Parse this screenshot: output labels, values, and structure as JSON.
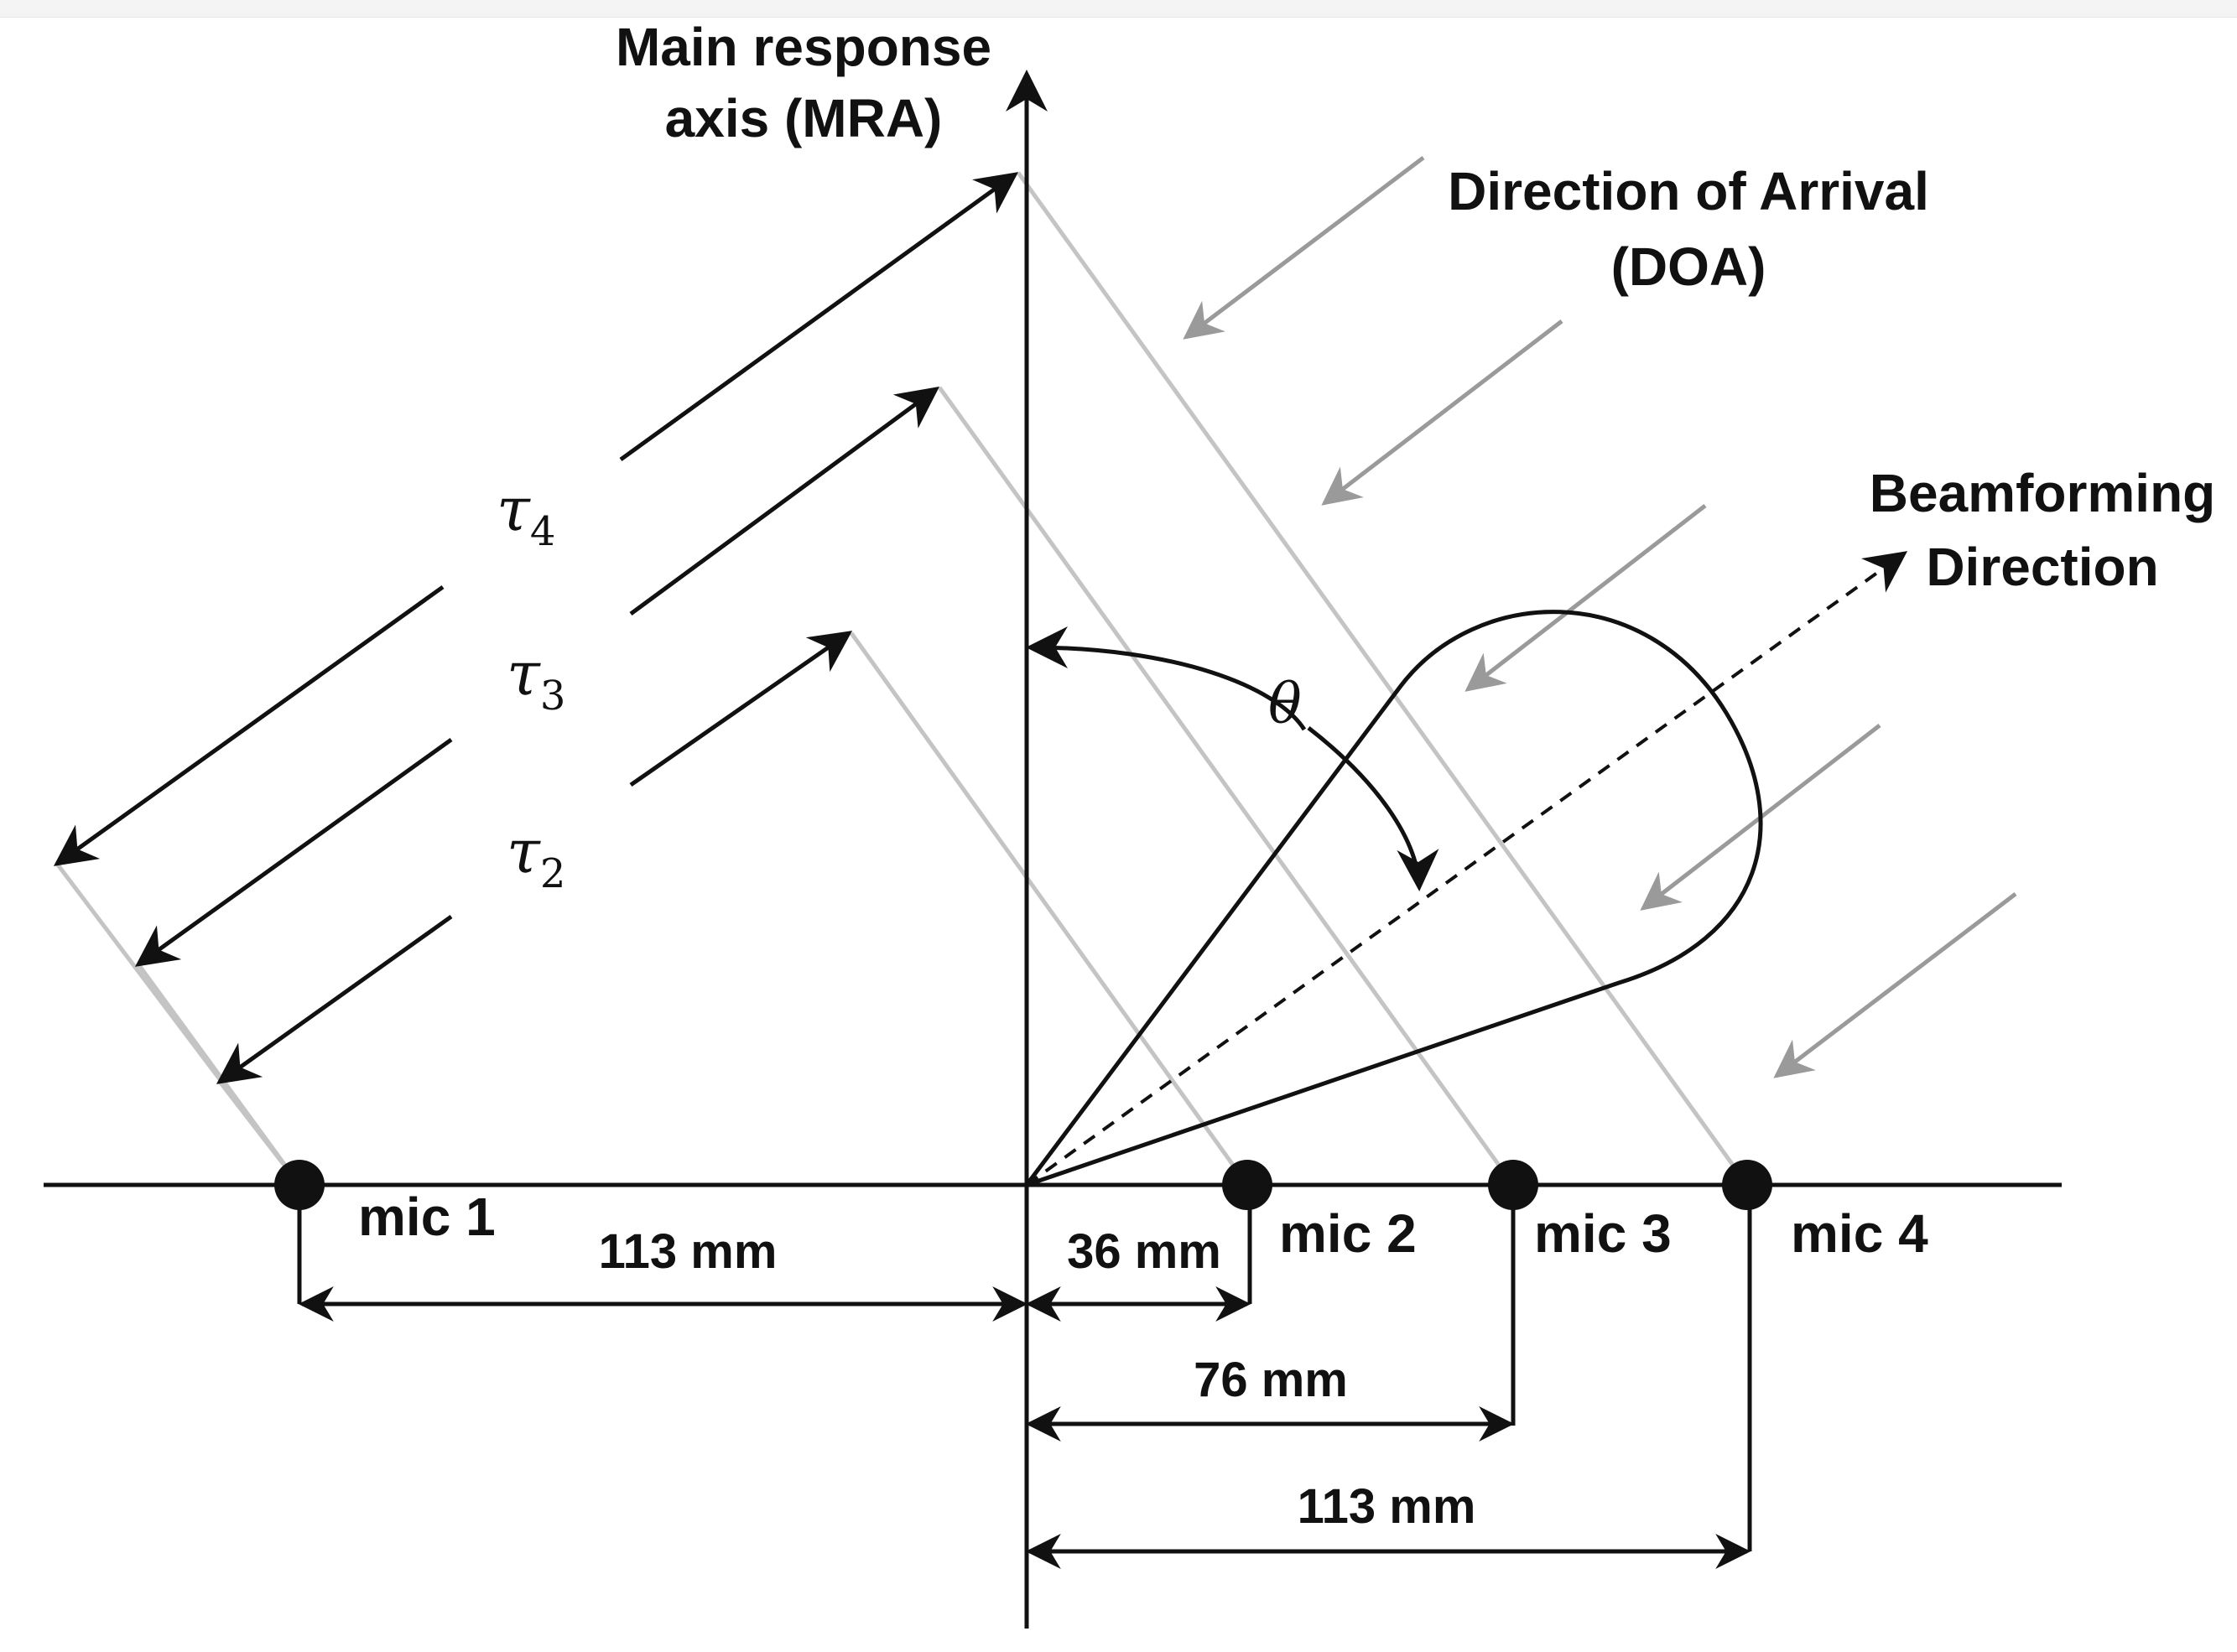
{
  "labels": {
    "mra_line1": "Main response",
    "mra_line2": "axis (MRA)",
    "doa_line1": "Direction of Arrival",
    "doa_line2": "(DOA)",
    "beam_line1": "Beamforming",
    "beam_line2": "Direction",
    "theta": "θ"
  },
  "microphones": [
    {
      "label": "mic 1"
    },
    {
      "label": "mic 2"
    },
    {
      "label": "mic 3"
    },
    {
      "label": "mic 4"
    }
  ],
  "delays": [
    {
      "symbol": "τ",
      "subscript": "4"
    },
    {
      "symbol": "τ",
      "subscript": "3"
    },
    {
      "symbol": "τ",
      "subscript": "2"
    }
  ],
  "dimensions": {
    "mic1_to_center": "113 mm",
    "center_to_mic2": "36 mm",
    "center_to_mic3": "76 mm",
    "center_to_mic4": "113 mm"
  },
  "colors": {
    "line": "#111111",
    "wave_arrow": "#9a9a9a",
    "projection": "#c4c4c4"
  }
}
